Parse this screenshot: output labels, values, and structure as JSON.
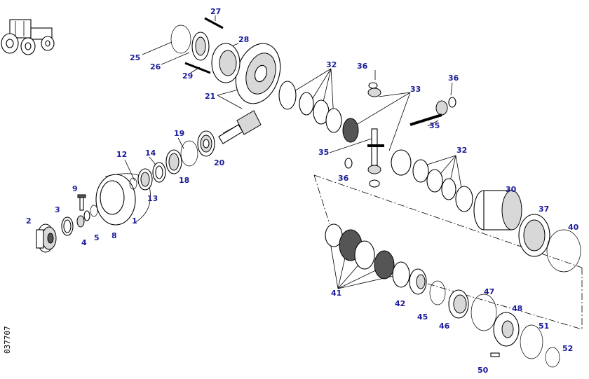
{
  "document_number": "037707",
  "colors": {
    "callout": "#1c1c9c",
    "line": "#000000"
  },
  "icons": [
    "tractor-icon"
  ],
  "callouts": [
    {
      "id": "c1",
      "text": "1"
    },
    {
      "id": "c2",
      "text": "2"
    },
    {
      "id": "c3",
      "text": "3"
    },
    {
      "id": "c4",
      "text": "4"
    },
    {
      "id": "c5",
      "text": "5"
    },
    {
      "id": "c8",
      "text": "8"
    },
    {
      "id": "c9",
      "text": "9"
    },
    {
      "id": "c12",
      "text": "12"
    },
    {
      "id": "c13",
      "text": "13"
    },
    {
      "id": "c14",
      "text": "14"
    },
    {
      "id": "c18",
      "text": "18"
    },
    {
      "id": "c19",
      "text": "19"
    },
    {
      "id": "c20",
      "text": "20"
    },
    {
      "id": "c21",
      "text": "21"
    },
    {
      "id": "c25",
      "text": "25"
    },
    {
      "id": "c26",
      "text": "26"
    },
    {
      "id": "c27",
      "text": "27"
    },
    {
      "id": "c28",
      "text": "28"
    },
    {
      "id": "c29",
      "text": "29"
    },
    {
      "id": "c30",
      "text": "30"
    },
    {
      "id": "c32a",
      "text": "32"
    },
    {
      "id": "c32b",
      "text": "32"
    },
    {
      "id": "c33",
      "text": "33"
    },
    {
      "id": "c35a",
      "text": "35"
    },
    {
      "id": "c35b",
      "text": "35"
    },
    {
      "id": "c36a",
      "text": "36"
    },
    {
      "id": "c36b",
      "text": "36"
    },
    {
      "id": "c36c",
      "text": "36"
    },
    {
      "id": "c37",
      "text": "37"
    },
    {
      "id": "c40",
      "text": "40"
    },
    {
      "id": "c41",
      "text": "41"
    },
    {
      "id": "c42",
      "text": "42"
    },
    {
      "id": "c45",
      "text": "45"
    },
    {
      "id": "c46",
      "text": "46"
    },
    {
      "id": "c47",
      "text": "47"
    },
    {
      "id": "c48",
      "text": "48"
    },
    {
      "id": "c50",
      "text": "50"
    },
    {
      "id": "c51",
      "text": "51"
    },
    {
      "id": "c52",
      "text": "52"
    }
  ]
}
